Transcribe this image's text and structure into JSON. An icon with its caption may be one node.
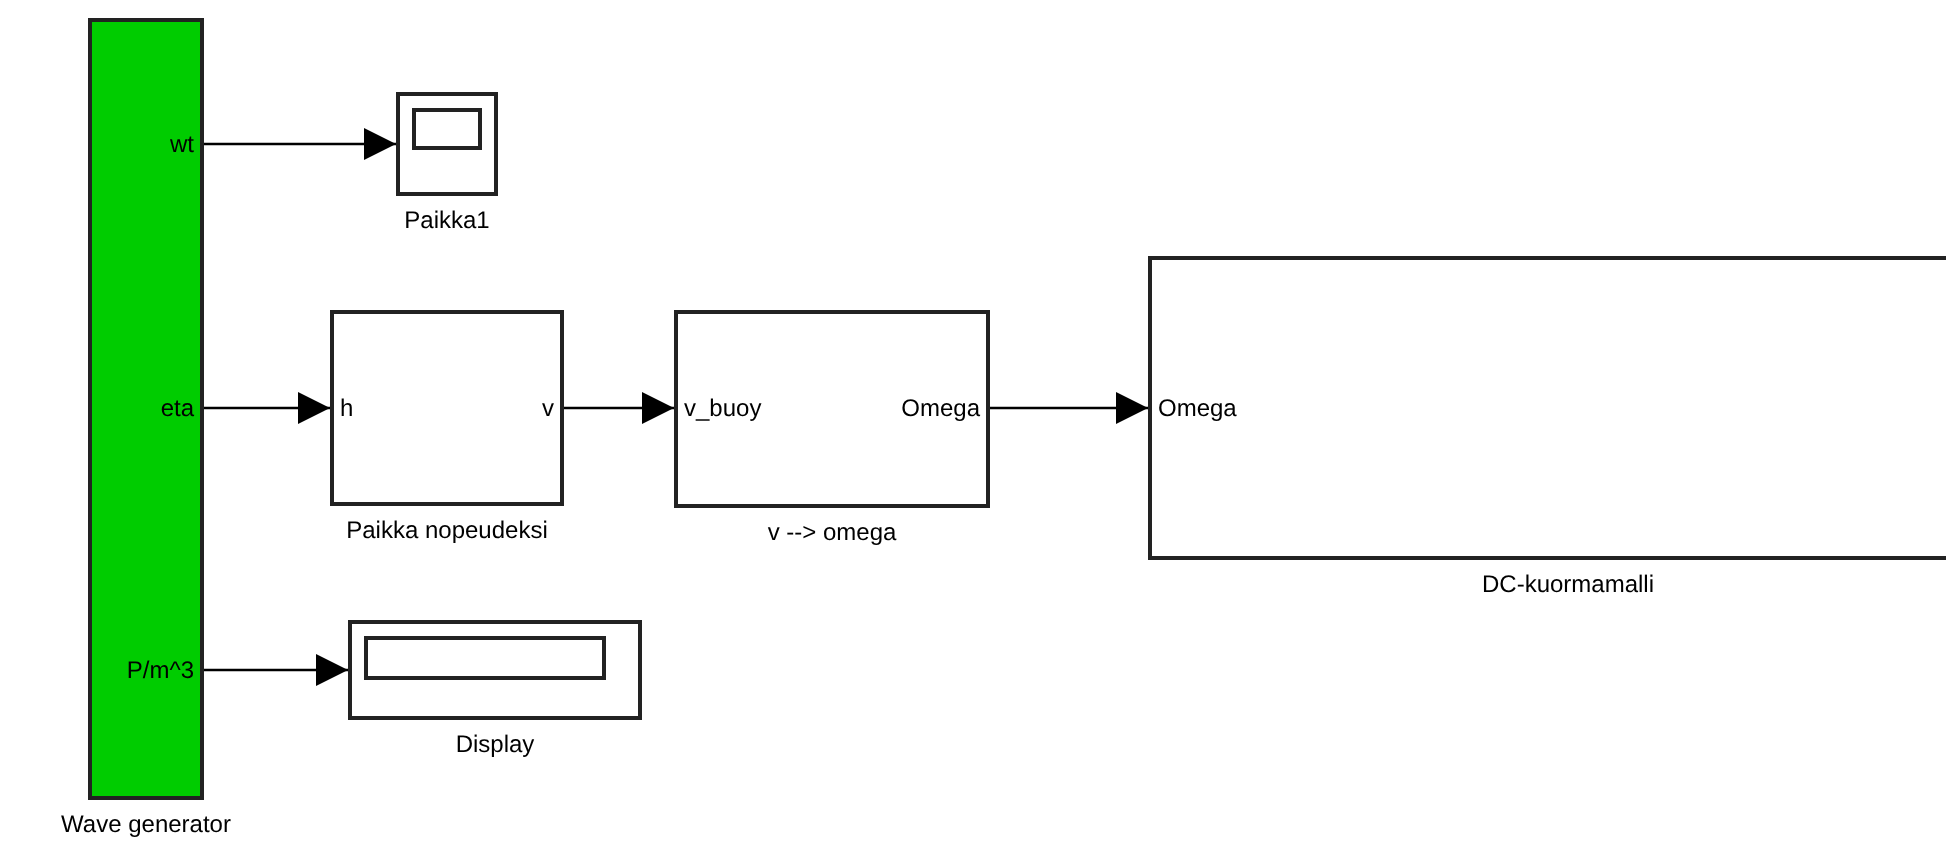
{
  "diagram": {
    "nodes": [
      {
        "text": [
          "wt",
          "eta",
          "P/m^3",
          "Wave generator"
        ]
      },
      {
        "text": [
          "Paikka1"
        ]
      },
      {
        "text": [
          "h",
          "v",
          "Paikka nopeudeksi"
        ]
      },
      {
        "text": [
          "v_buoy",
          "Omega",
          "v --> omega"
        ]
      },
      {
        "text": [
          "Omega",
          "DC-kuormamalli"
        ]
      },
      {
        "text": [
          "Display"
        ]
      }
    ],
    "edges": [
      {
        "from": 0,
        "to": 1,
        "arrow": "to"
      },
      {
        "from": 0,
        "to": 2,
        "arrow": "to"
      },
      {
        "from": 2,
        "to": 3,
        "arrow": "to"
      },
      {
        "from": 3,
        "to": 4,
        "arrow": "to"
      },
      {
        "from": 0,
        "to": 5,
        "arrow": "to"
      }
    ]
  }
}
